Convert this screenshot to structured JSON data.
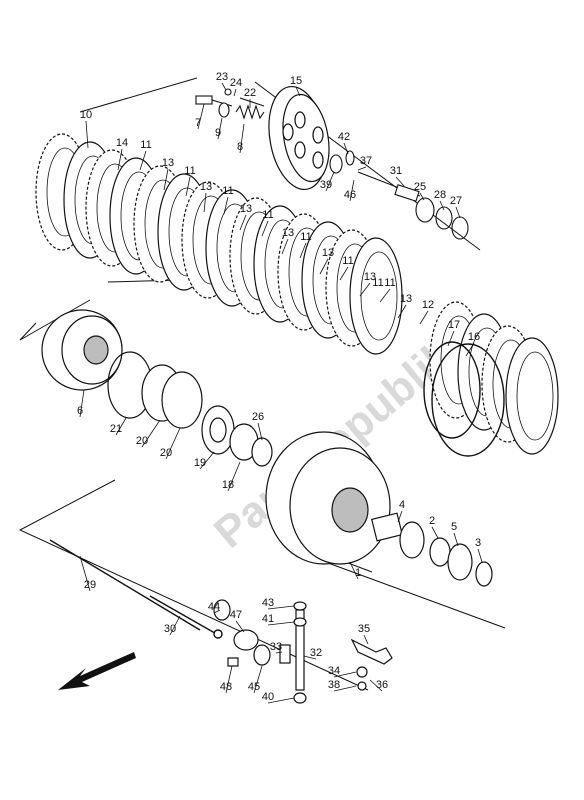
{
  "watermark": "PartsRepublik",
  "callouts": {
    "c1": "1",
    "c2": "2",
    "c3": "3",
    "c4": "4",
    "c5": "5",
    "c6": "6",
    "c7": "7",
    "c8": "8",
    "c9": "9",
    "c10": "10",
    "c11a": "11",
    "c11b": "11",
    "c11c": "11",
    "c11d": "11",
    "c11e": "11",
    "c11f": "11",
    "c11g": "11",
    "c11h": "11",
    "c12": "12",
    "c13a": "13",
    "c13b": "13",
    "c13c": "13",
    "c13d": "13",
    "c13e": "13",
    "c13f": "13",
    "c13g": "13",
    "c14": "14",
    "c15": "15",
    "c16": "16",
    "c17": "17",
    "c18": "18",
    "c19": "19",
    "c20a": "20",
    "c20b": "20",
    "c21": "21",
    "c22": "22",
    "c23": "23",
    "c24": "24",
    "c25": "25",
    "c26": "26",
    "c27": "27",
    "c28": "28",
    "c29": "29",
    "c30": "30",
    "c31": "31",
    "c32": "32",
    "c33": "33",
    "c34": "34",
    "c35": "35",
    "c36": "36",
    "c37": "37",
    "c38": "38",
    "c39": "39",
    "c40": "40",
    "c41": "41",
    "c42": "42",
    "c43": "43",
    "c44": "44",
    "c45": "45",
    "c46": "46",
    "c47": "47",
    "c48": "48"
  },
  "colors": {
    "line": "#111111",
    "fill": "#ffffff",
    "shade": "#bdbdbd",
    "watermark": "#d9d9d9"
  },
  "icons": {
    "direction": "front-arrow-icon"
  }
}
